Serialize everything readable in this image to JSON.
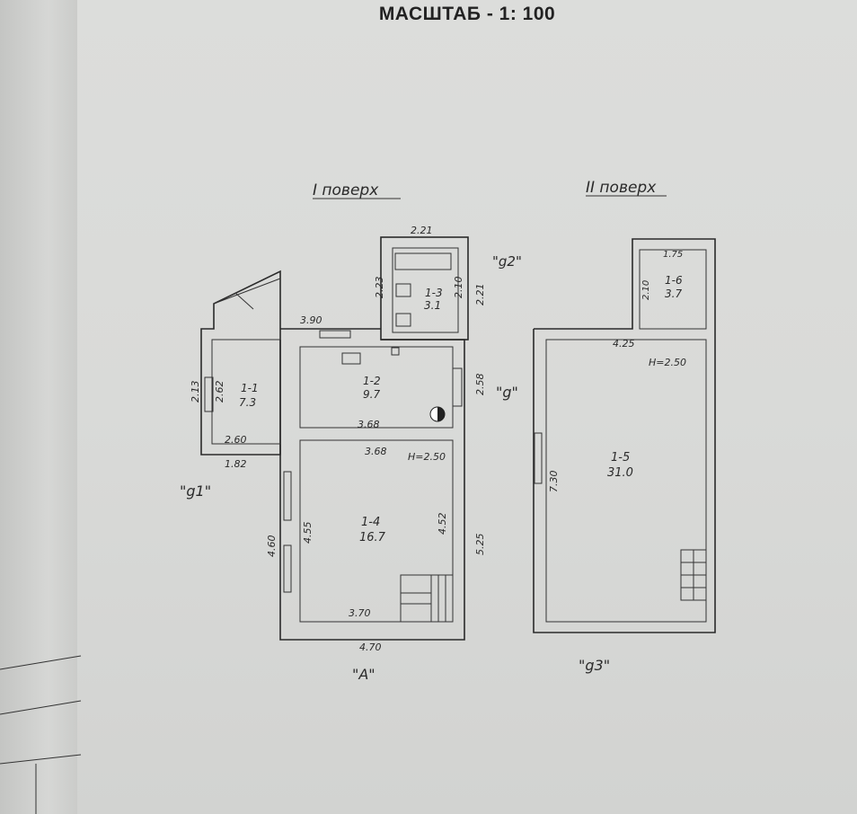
{
  "header": {
    "scale_title": "МАСШТАБ  - 1: 100"
  },
  "floors": [
    {
      "label": "I поверх"
    },
    {
      "label": "II поверх"
    }
  ],
  "rooms": {
    "r1_1": {
      "id": "1-1",
      "area": "7.3"
    },
    "r1_2": {
      "id": "1-2",
      "area": "9.7"
    },
    "r1_3": {
      "id": "1-3",
      "area": "3.1"
    },
    "r1_4": {
      "id": "1-4",
      "area": "16.7"
    },
    "r1_5": {
      "id": "1-5",
      "area": "31.0"
    },
    "r1_6": {
      "id": "1-6",
      "area": "3.7"
    }
  },
  "dimensions": {
    "d_221": "2.21",
    "d_223": "2.23",
    "d_210a": "2.10",
    "d_221b": "2.21",
    "d_390": "3.90",
    "d_258": "2.58",
    "d_368a": "3.68",
    "d_368b": "3.68",
    "h_250a": "H=2.50",
    "d_213": "2.13",
    "d_260": "2.60",
    "d_262": "2.62",
    "d_182": "1.82",
    "d_455": "4.55",
    "d_452": "4.52",
    "d_460": "4.60",
    "d_525": "5.25",
    "d_370": "3.70",
    "d_470": "4.70",
    "d_175": "1.75",
    "d_210b": "2.10",
    "d_425": "4.25",
    "h_250b": "H=2.50",
    "d_730": "7.30"
  },
  "markers": {
    "g1": "\"g1\"",
    "g2": "\"g2\"",
    "g": "\"g\"",
    "g3": "\"g3\"",
    "A": "\"A\""
  }
}
